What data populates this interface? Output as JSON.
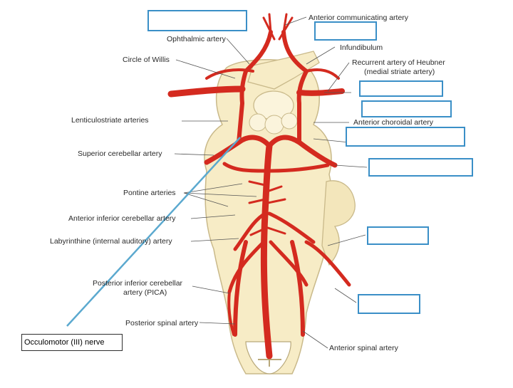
{
  "labels": {
    "anterior_communicating": "Anterior communicating artery",
    "ophthalmic": "Ophthalmic artery",
    "infundibulum": "Infundibulum",
    "circle_of_willis": "Circle of Willis",
    "heubner_line1": "Recurrent artery of Heubner",
    "heubner_line2": "(medial striate artery)",
    "lenticulostriate": "Lenticulostriate arteries",
    "anterior_choroidal": "Anterior choroidal artery",
    "superior_cerebellar": "Superior cerebellar artery",
    "pontine": "Pontine arteries",
    "aica": "Anterior inferior cerebellar artery",
    "labyrinthine": "Labyrinthine (internal auditory) artery",
    "pica_line1": "Posterior inferior cerebellar",
    "pica_line2": "artery (PICA)",
    "posterior_spinal": "Posterior spinal artery",
    "anterior_spinal": "Anterior spinal artery"
  },
  "answer_box": {
    "text": "Occulomotor (III) nerve"
  },
  "colors": {
    "artery": "#d42a1f",
    "artery_dark": "#a81812",
    "tissue": "#f7ecc6",
    "tissue_edge": "#c9b98a",
    "pointer": "#5ba9cf",
    "blank_border": "#3a8fc7"
  }
}
